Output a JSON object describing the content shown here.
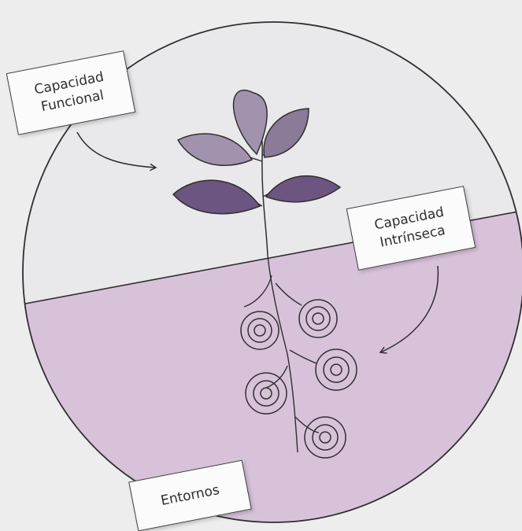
{
  "labels": {
    "functional": [
      "Capacidad",
      "Funcional"
    ],
    "intrinsic": [
      "Capacidad",
      "Intrínseca"
    ],
    "environment": "Entornos"
  },
  "colors": {
    "background": "#ecedec",
    "circle_fill": "#e9e8ea",
    "soil_fill": "#d8c2da",
    "leaf_light": "#a193ad",
    "leaf_mid": "#8a7b98",
    "leaf_dark": "#6c5580",
    "stroke": "#2f2f2f"
  }
}
